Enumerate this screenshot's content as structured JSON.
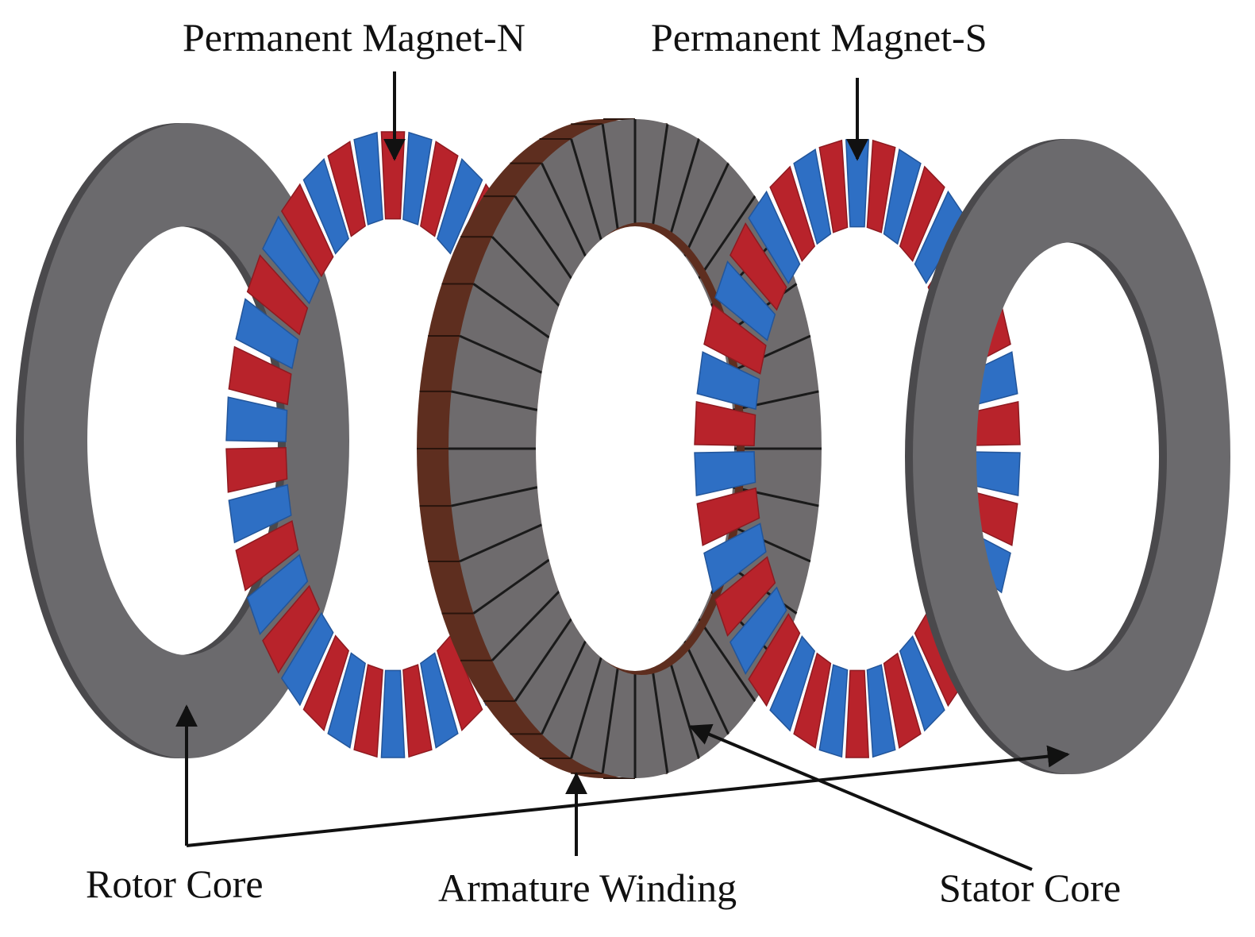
{
  "labels": {
    "pm_n": "Permanent Magnet-N",
    "pm_s": "Permanent Magnet-S",
    "rotor_core": "Rotor Core",
    "armature_winding": "Armature Winding",
    "stator_core": "Stator Core"
  },
  "colors": {
    "magnet_red": "#b8232b",
    "magnet_blue": "#2e6fc4",
    "core_gray": "#6b6a6d",
    "core_edge": "#4a494c",
    "winding_copper": "#5e2e1f",
    "tooth_gray": "#6e6b6d",
    "arrow": "#111111"
  }
}
